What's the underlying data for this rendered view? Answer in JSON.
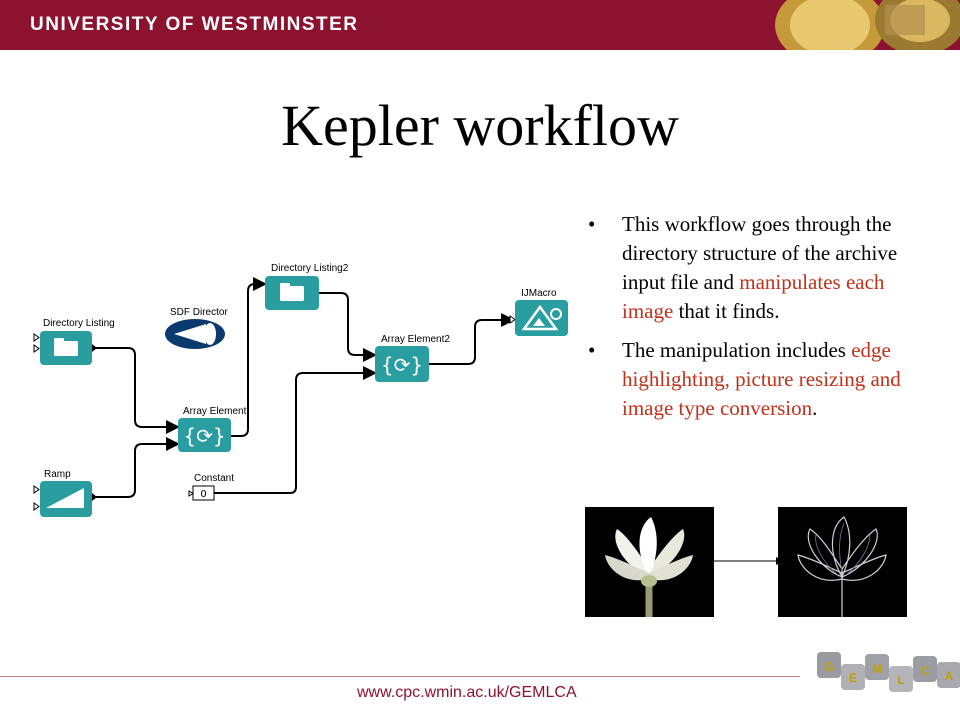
{
  "header": {
    "brand": "UNIVERSITY OF WESTMINSTER"
  },
  "slide": {
    "title": "Kepler workflow"
  },
  "bullets": [
    {
      "segments": [
        "This workflow goes through the directory structure of the archive input file and ",
        "manipulates each image",
        " that it finds."
      ]
    },
    {
      "segments": [
        "The manipulation includes ",
        "edge highlighting, picture resizing and image type conversion",
        "."
      ]
    }
  ],
  "workflow": {
    "director": "SDF Director",
    "nodes": {
      "dir_listing": "Directory Listing",
      "dir_listing2": "Directory Listing2",
      "ramp": "Ramp",
      "array_element": "Array Element",
      "array_element2": "Array Element2",
      "constant": "Constant",
      "constant_value": "0",
      "ijmacro": "IJMacro"
    }
  },
  "logo": {
    "letters": [
      "G",
      "E",
      "M",
      "L",
      "C",
      "A"
    ]
  },
  "footer": {
    "url": "www.cpc.wmin.ac.uk/GEMLCA"
  },
  "colors": {
    "brand": "#8c1230",
    "actor": "#2a9da0",
    "highlight": "#c0311a"
  }
}
